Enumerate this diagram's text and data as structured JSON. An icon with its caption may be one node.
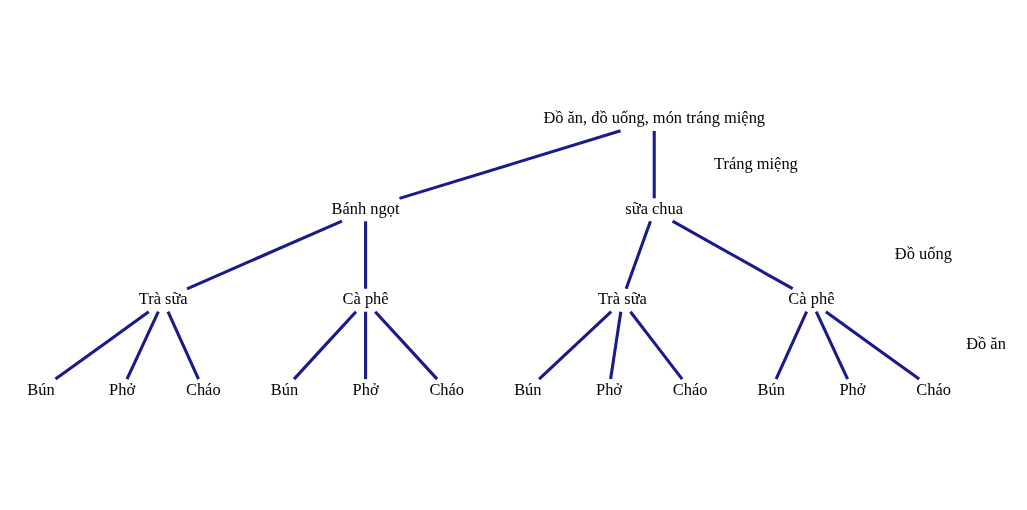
{
  "diagram": {
    "nodes": [
      {
        "text": [
          "Đồ ăn, đồ uống, món tráng miệng"
        ]
      },
      {
        "text": [
          "Bánh ngọt"
        ]
      },
      {
        "text": [
          "sữa chua"
        ]
      },
      {
        "text": [
          "Trà sữa"
        ]
      },
      {
        "text": [
          "Cà phê"
        ]
      },
      {
        "text": [
          "Trà sữa"
        ]
      },
      {
        "text": [
          "Cà phê"
        ]
      },
      {
        "text": [
          "Bún"
        ]
      },
      {
        "text": [
          "Phở"
        ]
      },
      {
        "text": [
          "Cháo"
        ]
      },
      {
        "text": [
          "Bún"
        ]
      },
      {
        "text": [
          "Phở"
        ]
      },
      {
        "text": [
          "Cháo"
        ]
      },
      {
        "text": [
          "Bún"
        ]
      },
      {
        "text": [
          "Phở"
        ]
      },
      {
        "text": [
          "Cháo"
        ]
      },
      {
        "text": [
          "Bún"
        ]
      },
      {
        "text": [
          "Phở"
        ]
      },
      {
        "text": [
          "Cháo"
        ]
      }
    ],
    "edges": [
      {
        "from": 0,
        "to": 1,
        "arrow": "none"
      },
      {
        "from": 0,
        "to": 2,
        "arrow": "none"
      },
      {
        "from": 1,
        "to": 3,
        "arrow": "none"
      },
      {
        "from": 1,
        "to": 4,
        "arrow": "none"
      },
      {
        "from": 2,
        "to": 5,
        "arrow": "none"
      },
      {
        "from": 2,
        "to": 6,
        "arrow": "none"
      },
      {
        "from": 3,
        "to": 7,
        "arrow": "none"
      },
      {
        "from": 3,
        "to": 8,
        "arrow": "none"
      },
      {
        "from": 3,
        "to": 9,
        "arrow": "none"
      },
      {
        "from": 4,
        "to": 10,
        "arrow": "none"
      },
      {
        "from": 4,
        "to": 11,
        "arrow": "none"
      },
      {
        "from": 4,
        "to": 12,
        "arrow": "none"
      },
      {
        "from": 5,
        "to": 13,
        "arrow": "none"
      },
      {
        "from": 5,
        "to": 14,
        "arrow": "none"
      },
      {
        "from": 5,
        "to": 15,
        "arrow": "none"
      },
      {
        "from": 6,
        "to": 16,
        "arrow": "none"
      },
      {
        "from": 6,
        "to": 17,
        "arrow": "none"
      },
      {
        "from": 6,
        "to": 18,
        "arrow": "none"
      }
    ],
    "labels": [
      "Tráng miệng",
      "Đồ uống",
      "Đồ ăn"
    ]
  }
}
